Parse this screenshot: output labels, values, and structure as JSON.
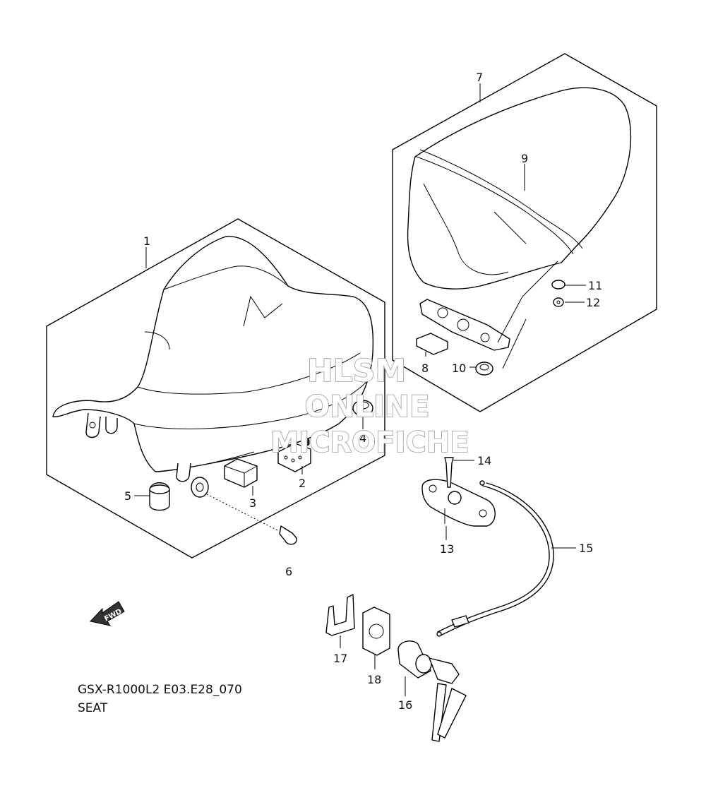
{
  "diagram": {
    "title_code": "GSX-R1000L2 E03.E28_070",
    "title_name": "SEAT",
    "fwd_label": "FWD"
  },
  "watermark": {
    "line1": "HLSM",
    "line2": "ONLINE",
    "line3": "MICROFICHE"
  },
  "callouts": {
    "c1": "1",
    "c2": "2",
    "c3": "3",
    "c4": "4",
    "c5": "5",
    "c6": "6",
    "c7": "7",
    "c8": "8",
    "c9": "9",
    "c10": "10",
    "c11": "11",
    "c12": "12",
    "c13": "13",
    "c14": "14",
    "c15": "15",
    "c16": "16",
    "c17": "17",
    "c18": "18"
  }
}
